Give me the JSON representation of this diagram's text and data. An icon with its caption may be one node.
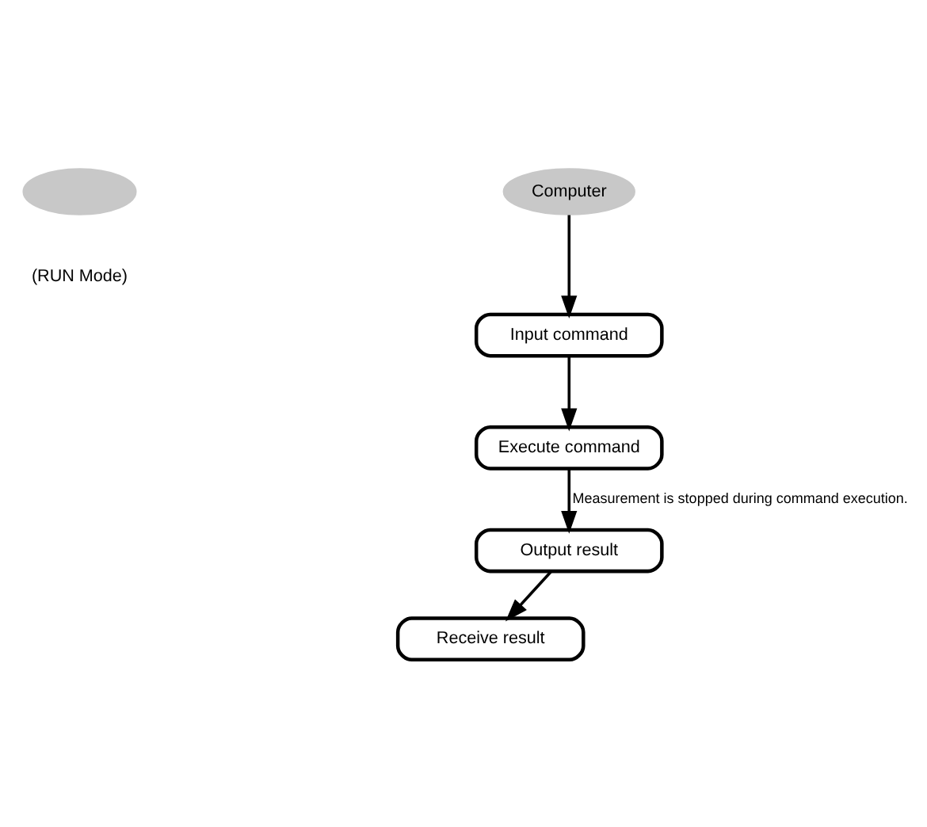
{
  "diagram": {
    "nodes": [
      {
        "text": [],
        "shape": "ellipse",
        "beside": [
          "(RUN Mode)"
        ]
      },
      {
        "text": [
          "Computer"
        ]
      },
      {
        "text": [
          "Input command"
        ]
      },
      {
        "text": [
          "Execute command"
        ]
      },
      {
        "text": [
          "Output result"
        ]
      },
      {
        "text": [
          "Receive result"
        ]
      }
    ],
    "edges": [
      {
        "from": 1,
        "to": 2,
        "arrow": "to"
      },
      {
        "from": 2,
        "to": 3,
        "arrow": "to"
      },
      {
        "from": 3,
        "to": 4,
        "arrow": "to",
        "label": "Measurement is stopped during command execution."
      },
      {
        "from": 4,
        "to": 5,
        "arrow": "to"
      }
    ]
  }
}
